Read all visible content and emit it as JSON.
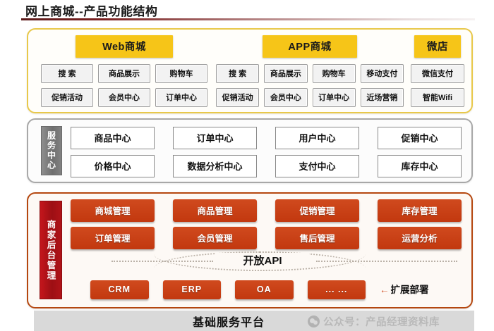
{
  "page_title": "网上商城--产品功能结构",
  "colors": {
    "channel_border": "#e8c84a",
    "channel_header_bg": "#f6c518",
    "service_label_bg": "#6f6f6f",
    "merchant_border": "#b5470f",
    "merchant_label_bg": "#9d0f14",
    "button_red": "#c2380f",
    "base_bar_bg": "#d9d9d9",
    "title_rule": "#5c1a1a"
  },
  "channels": [
    {
      "title": "Web商城",
      "rows": [
        [
          "搜 索",
          "商品展示",
          "购物车"
        ],
        [
          "促销活动",
          "会员中心",
          "订单中心"
        ]
      ]
    },
    {
      "title": "APP商城",
      "rows": [
        [
          "搜 索",
          "商品展示",
          "购物车",
          "移动支付"
        ],
        [
          "促销活动",
          "会员中心",
          "订单中心",
          "近场营销"
        ]
      ]
    },
    {
      "title": "微店",
      "rows": [
        [
          "微信支付"
        ],
        [
          "智能Wifi"
        ]
      ]
    }
  ],
  "service_center": {
    "label": "服务中心",
    "rows": [
      [
        "商品中心",
        "订单中心",
        "用户中心",
        "促销中心"
      ],
      [
        "价格中心",
        "数据分析中心",
        "支付中心",
        "库存中心"
      ]
    ]
  },
  "merchant_backend": {
    "label": "商家后台管理",
    "rows": [
      [
        "商城管理",
        "商品管理",
        "促销管理",
        "库存管理"
      ],
      [
        "订单管理",
        "会员管理",
        "售后管理",
        "运营分析"
      ]
    ],
    "api_label": "开放API",
    "extensions": [
      "CRM",
      "ERP",
      "OA",
      "... ..."
    ],
    "extension_note": "扩展部署",
    "extension_note_arrow": "←"
  },
  "base_platform": "基础服务平台",
  "watermark": "公众号：产品经理资料库"
}
